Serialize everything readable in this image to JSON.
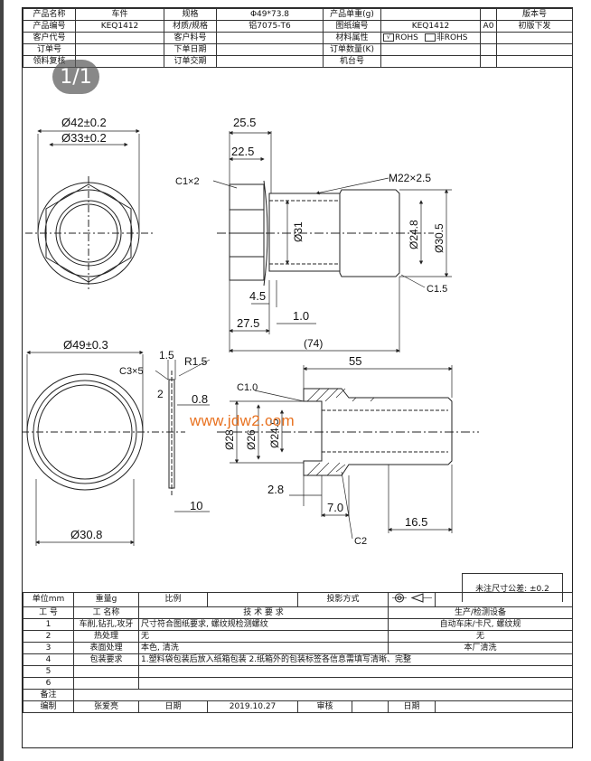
{
  "header": {
    "product_name_label": "产品名称",
    "product_name": "车件",
    "spec_label": "规格",
    "spec": "Φ49*73.8",
    "unit_weight_label": "产品单重(g)",
    "unit_weight": "",
    "version_label": "版本号",
    "product_code_label": "产品编号",
    "product_code": "KEQ1412",
    "material_spec_label": "材质/规格",
    "material": "铝7075-T6",
    "drawing_no_label": "图纸编号",
    "drawing_no": "KEQ1412",
    "version_code": "A0",
    "version_note": "初版下发",
    "customer_code_label": "客户代号",
    "customer_part_label": "客户料号",
    "material_attr_label": "材料属性",
    "rohs_checked_mark": "√",
    "rohs_label": "ROHS",
    "non_rohs_label": "非ROHS",
    "order_no_label": "订单号",
    "order_date_label": "下单日期",
    "order_qty_label": "订单数量(K)",
    "picker_label": "领料复核",
    "delivery_label": "订单交期",
    "machine_label": "机台号"
  },
  "page_indicator": "1/1",
  "watermark": "www.jdw2.com",
  "drawing": {
    "dims_top": [
      "Ø42±0.2",
      "Ø33±0.2",
      "25.5",
      "22.5",
      "C1×2",
      "M22×2.5",
      "Ø31",
      "Ø24.8",
      "Ø30.5",
      "C1.5",
      "4.5",
      "27.5",
      "1.0",
      "(74)"
    ],
    "dims_bottom": [
      "Ø49±0.3",
      "1.5",
      "R1.5",
      "C3×5",
      "2",
      "0.8",
      "10",
      "Ø30.8",
      "C1.0",
      "55",
      "Ø28",
      "Ø26",
      "Ø24.5",
      "2.8",
      "7.0",
      "16.5",
      "C2"
    ]
  },
  "tolerance": {
    "label": "未注尺寸公差: ±0.2"
  },
  "footer": {
    "unit_label": "单位mm",
    "weight_label": "重量g",
    "scale_label": "比例",
    "projection_label": "投影方式",
    "col_step": "工 号",
    "col_work": "工 名称",
    "col_requirements": "技 术 要 求",
    "col_equipment": "生产/检测设备",
    "rows": [
      {
        "no": "1",
        "name": "车削,钻孔,攻牙",
        "req": "尺寸符合图纸要求, 螺纹规检测螺纹",
        "equip": "自动车床/卡尺, 螺纹规"
      },
      {
        "no": "2",
        "name": "热处理",
        "req": "无",
        "equip": "无"
      },
      {
        "no": "3",
        "name": "表面处理",
        "req": "本色, 清洗",
        "equip": "本厂清洗"
      },
      {
        "no": "4",
        "name": "包装要求",
        "req": "1.塑料袋包装后放入纸箱包装 2.纸箱外的包装标签各信息需填写清晰、完整",
        "equip": ""
      },
      {
        "no": "5",
        "name": "",
        "req": "",
        "equip": ""
      },
      {
        "no": "6",
        "name": "",
        "req": "",
        "equip": ""
      }
    ],
    "remarks_label": "备注",
    "prepared_label": "编制",
    "prepared_by": "张爱亮",
    "date_label": "日期",
    "date": "2019.10.27",
    "review_label": "审核",
    "date_label2": "日期"
  }
}
